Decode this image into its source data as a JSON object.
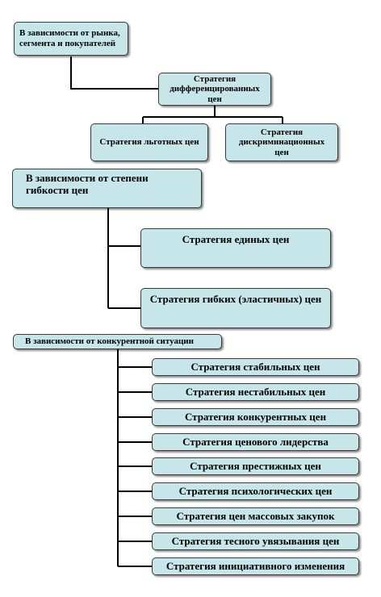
{
  "section_market": {
    "header": "В зависимости от рынка, сегмента и покупателей",
    "diff": "Стратегия дифференцированных цен",
    "preferential": "Стратегия льготных цен",
    "discrimination": "Стратегия дискриминационных цен"
  },
  "section_flex": {
    "header": "В зависимости от степени гибкости цен",
    "uniform": "Стратегия единых цен",
    "flexible": "Стратегия гибких (эластичных) цен"
  },
  "section_competition": {
    "header": "В зависимости от конкурентной ситуации",
    "items": [
      "Стратегия стабильных цен",
      "Стратегия нестабильных цен",
      "Стратегия конкурентных цен",
      "Стратегия ценового лидерства",
      "Стратегия престижных цен",
      "Стратегия психологических цен",
      "Стратегия цен массовых закупок",
      "Стратегия тесного увязывания цен",
      "Стратегия инициативного изменения"
    ]
  },
  "colors": {
    "box_fill": "#c7e6e9",
    "border": "#3a3a3a",
    "line": "#000000"
  }
}
